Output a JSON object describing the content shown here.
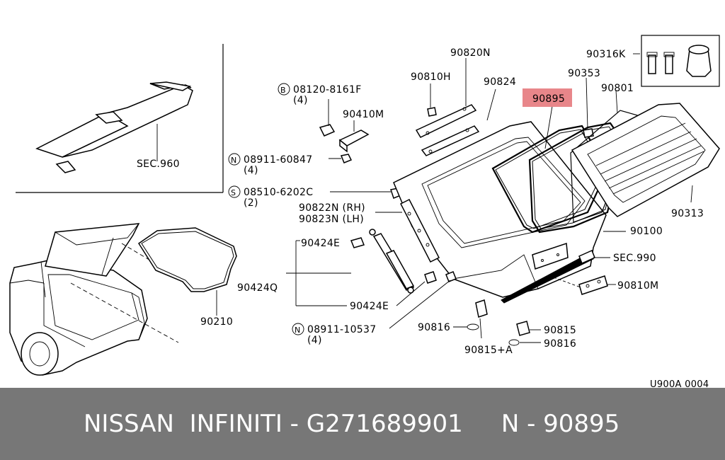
{
  "labels": {
    "sec960": "SEC.960",
    "p08120": "08120-8161F",
    "p08120_b": "B",
    "p08120_qty": "(4)",
    "p90410m": "90410M",
    "p08911a": "08911-60847",
    "p08911a_n": "N",
    "p08911a_qty": "(4)",
    "p08510": "08510-6202C",
    "p08510_s": "S",
    "p08510_qty": "(2)",
    "p90820n": "90820N",
    "p90810h": "90810H",
    "p90824": "90824",
    "p90895": "90895",
    "p90353": "90353",
    "p90801": "90801",
    "p90316k": "90316K",
    "p90822n": "90822N (RH)",
    "p90823n": "90823N (LH)",
    "p90424e_a": "90424E",
    "p90424q": "90424Q",
    "p90424e_b": "90424E",
    "p90210": "90210",
    "p08911b": "08911-10537",
    "p08911b_n": "N",
    "p08911b_qty": "(4)",
    "p90816_a": "90816",
    "p90815a": "90815+A",
    "p90815": "90815",
    "p90816_b": "90816",
    "p90313": "90313",
    "p90100": "90100",
    "sec990": "SEC.990",
    "p90810m": "90810M",
    "code": "U900A 0004"
  },
  "highlight_color": "#e8868a",
  "footer": {
    "brand": "NISSAN  INFINITI - G271689901",
    "part": "     N - 90895"
  }
}
